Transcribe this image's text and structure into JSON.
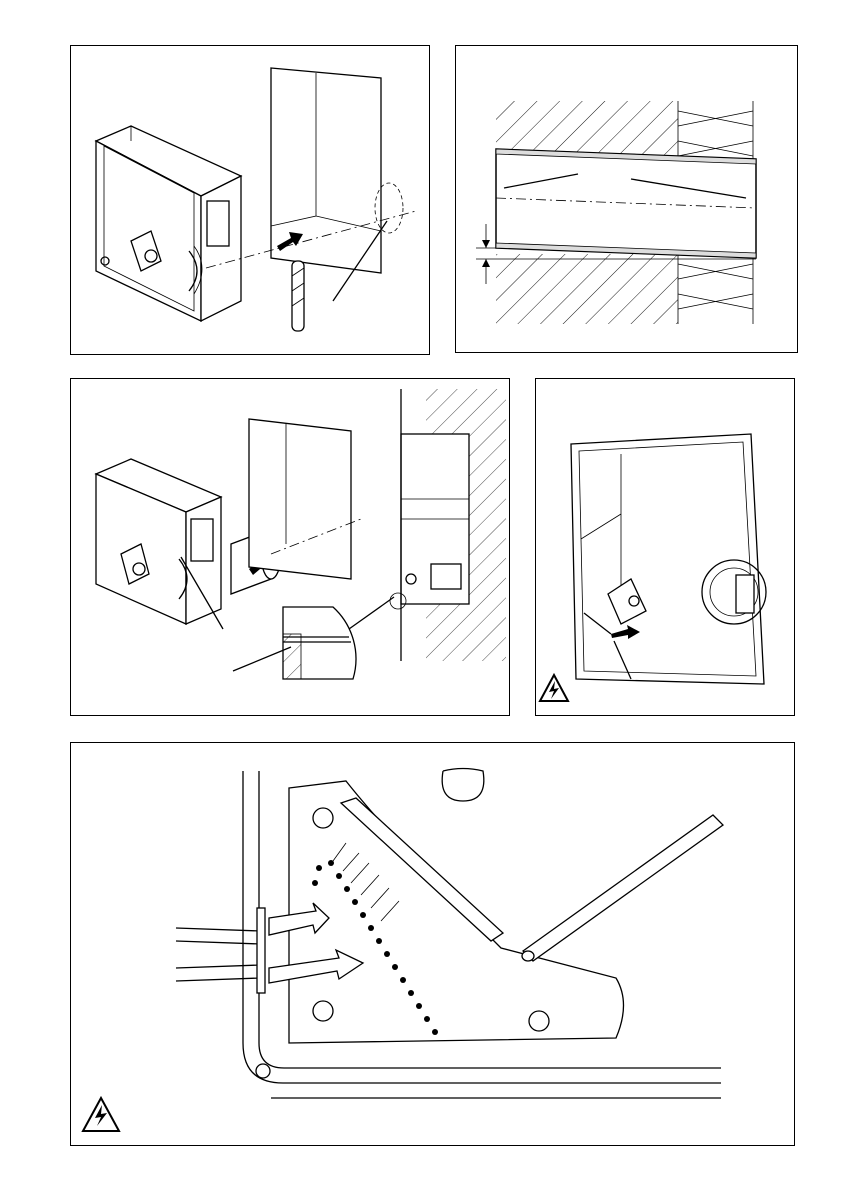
{
  "figures": [
    {
      "id": "fig-drill-wall",
      "kind": "illustration"
    },
    {
      "id": "fig-wall-section",
      "kind": "cross-section"
    },
    {
      "id": "fig-insert-duct",
      "kind": "illustration"
    },
    {
      "id": "fig-housing-inside",
      "kind": "illustration"
    },
    {
      "id": "fig-terminal-block",
      "kind": "detail"
    }
  ],
  "icons": [
    "drill-bit-icon",
    "arrow-icon",
    "electric-hazard-icon"
  ],
  "colors": {
    "line": "#000000",
    "background": "#ffffff"
  }
}
